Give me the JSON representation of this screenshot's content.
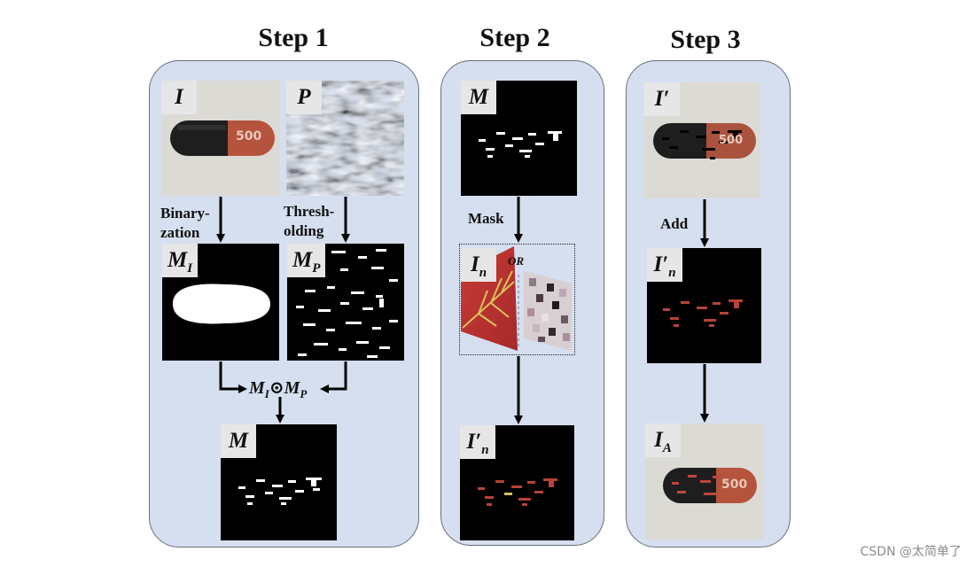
{
  "steps": [
    {
      "title": "Step 1"
    },
    {
      "title": "Step 2"
    },
    {
      "title": "Step 3"
    }
  ],
  "step1": {
    "image_label": "I",
    "pattern_label": "P",
    "binarization_label": "Binary-\nzation",
    "thresholding_label": "Thresh-\nolding",
    "mask_image_label": "M",
    "mask_image_sub": "I",
    "mask_pattern_label": "M",
    "mask_pattern_sub": "P",
    "formula_a": "M",
    "formula_a_sub": "I",
    "formula_op": "⊙",
    "formula_b": "M",
    "formula_b_sub": "P",
    "mask_result_label": "M",
    "capsule_text": "500"
  },
  "step2": {
    "mask_label": "M",
    "mask_op_label": "Mask",
    "noise_label": "I",
    "noise_sub": "n",
    "or_label": "OR",
    "masked_noise_label": "I′",
    "masked_noise_sub": "n"
  },
  "step3": {
    "image_label": "I′",
    "add_label": "Add",
    "masked_noise_label": "I′",
    "masked_noise_sub": "n",
    "result_label": "I",
    "result_sub": "A",
    "capsule_text": "500"
  },
  "colors": {
    "panel_fill": "#d6dff0",
    "capsule_dark": "#1e1e1e",
    "capsule_red": "#b5533c",
    "noise_red": "#b8423a"
  },
  "watermark": "CSDN @太简单了"
}
